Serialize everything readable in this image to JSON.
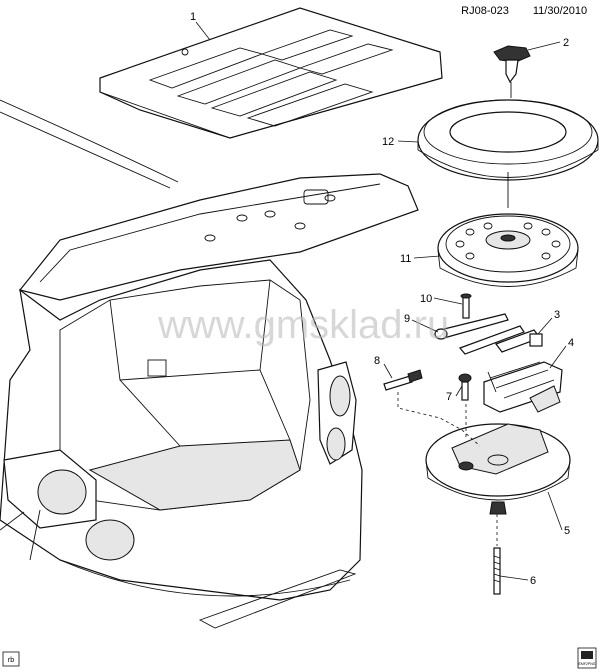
{
  "header": {
    "code": "RJ08-023",
    "date": "11/30/2010"
  },
  "watermark": "www.gmsklad.ru",
  "corner_tags": {
    "left": "rb",
    "right": "EMF2PNG"
  },
  "callouts": [
    {
      "id": "c1",
      "label": "1"
    },
    {
      "id": "c2",
      "label": "2"
    },
    {
      "id": "c3",
      "label": "3"
    },
    {
      "id": "c4",
      "label": "4"
    },
    {
      "id": "c5",
      "label": "5"
    },
    {
      "id": "c6",
      "label": "6"
    },
    {
      "id": "c7",
      "label": "7"
    },
    {
      "id": "c8",
      "label": "8"
    },
    {
      "id": "c9",
      "label": "9"
    },
    {
      "id": "c10",
      "label": "10"
    },
    {
      "id": "c11",
      "label": "11"
    },
    {
      "id": "c12",
      "label": "12"
    }
  ]
}
